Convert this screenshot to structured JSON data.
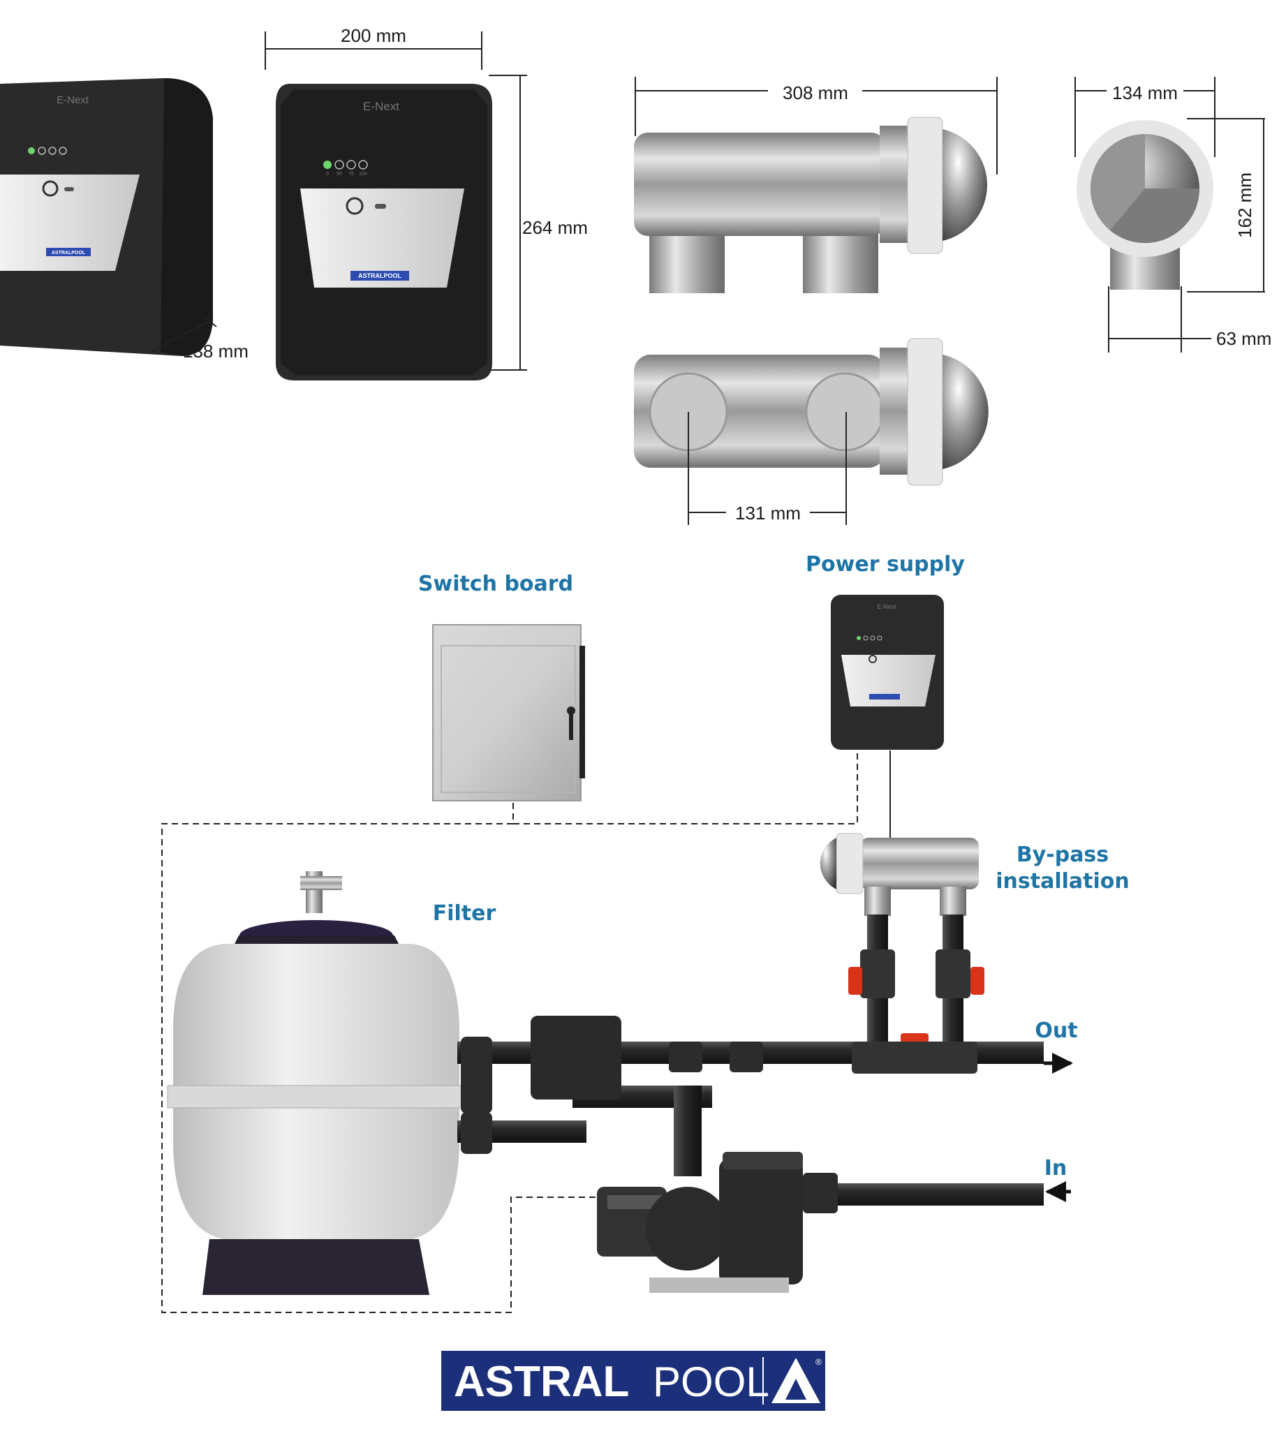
{
  "product_name": "E-Next",
  "brand": {
    "part1": "ASTRAL",
    "part2": "POOL",
    "registered": "®"
  },
  "device_brand_small": "ASTRALPOOL",
  "led_indicators": [
    "0",
    "50",
    "75",
    "100"
  ],
  "dimensions": {
    "width": "200 mm",
    "height": "264 mm",
    "depth": "138 mm",
    "cell_length": "308 mm",
    "cell_width": "134 mm",
    "cell_height": "162 mm",
    "inlet_width": "63 mm",
    "inlet_spacing": "131 mm"
  },
  "labels": {
    "switch_board": "Switch board",
    "power_supply": "Power supply",
    "bypass_line1": "By-pass",
    "bypass_line2": "installation",
    "filter": "Filter",
    "out": "Out",
    "in": "In"
  },
  "colors": {
    "label_blue": "#1f74a6",
    "brand_navy": "#1c2f7a",
    "valve_red": "#d9331a",
    "device_dark": "#2b2b2b"
  }
}
